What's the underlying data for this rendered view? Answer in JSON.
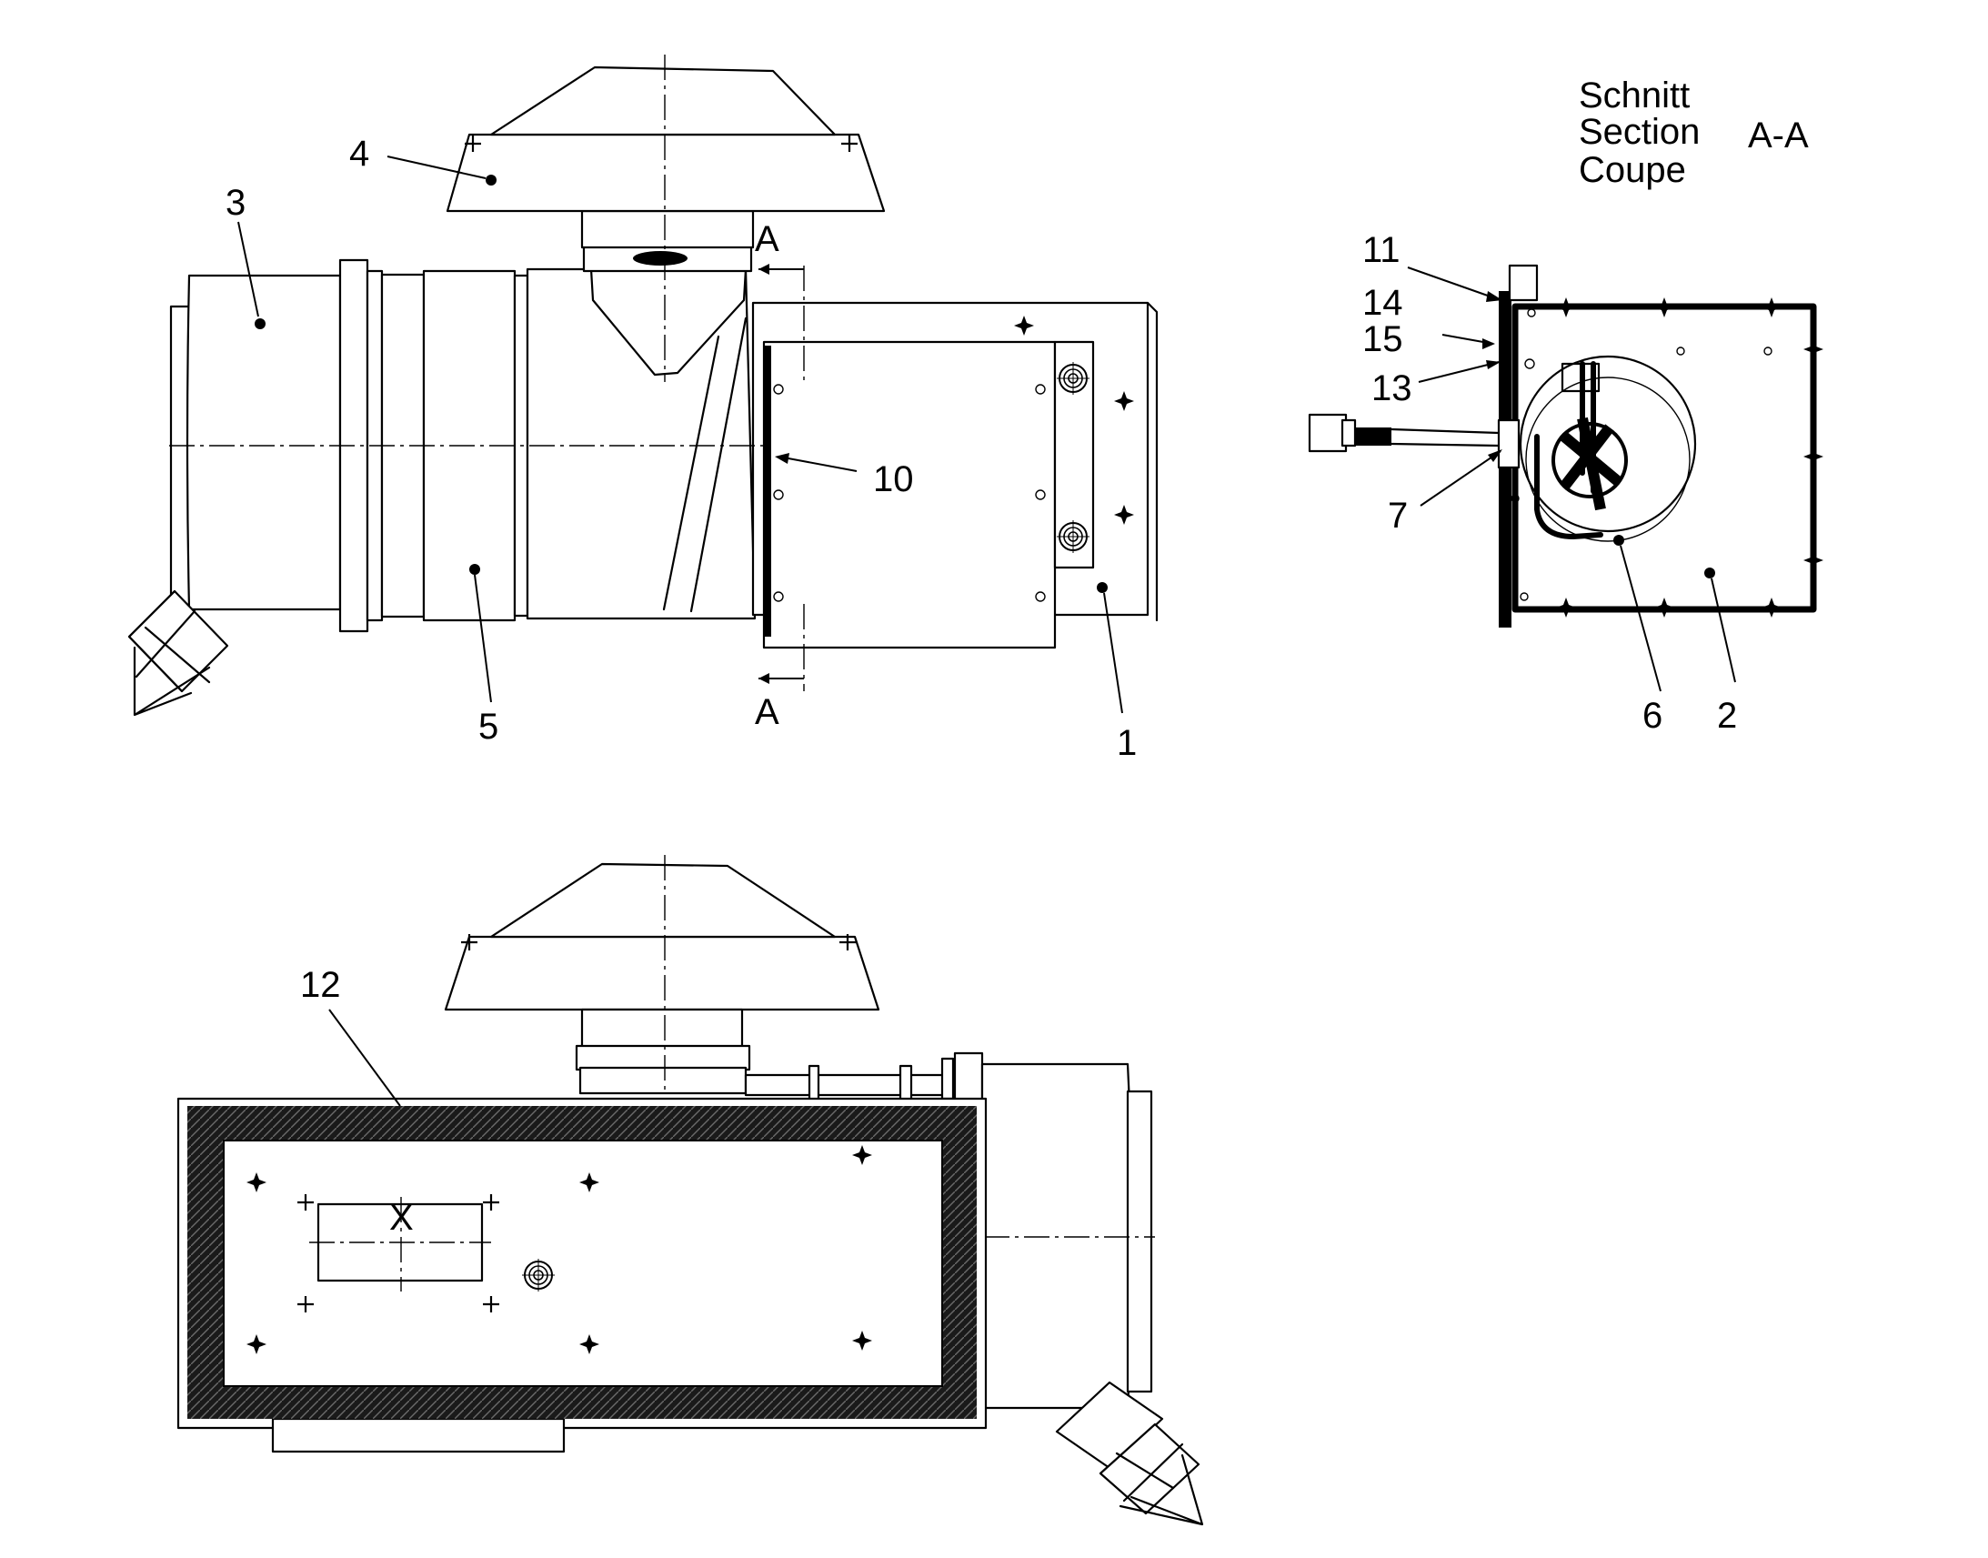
{
  "section_title": {
    "line1": "Schnitt",
    "line2": "Section",
    "line3": "Coupe",
    "section_id": "A-A"
  },
  "section_markers": {
    "top": "A",
    "bottom": "A"
  },
  "callouts": {
    "c1": "1",
    "c2": "2",
    "c3": "3",
    "c4": "4",
    "c5": "5",
    "c6": "6",
    "c7": "7",
    "c10": "10",
    "c11": "11",
    "c12": "12",
    "c13": "13",
    "c14": "14",
    "c15": "15"
  },
  "view_mark": "X"
}
